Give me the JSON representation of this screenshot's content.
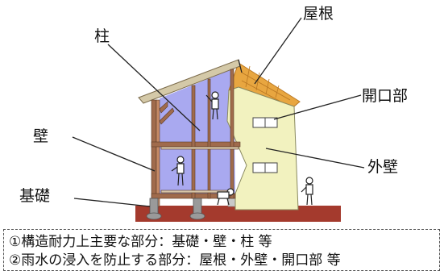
{
  "labels": {
    "pillar": "柱",
    "roof": "屋根",
    "opening": "開口部",
    "wall": "壁",
    "exterior_wall": "外壁",
    "foundation": "基礎"
  },
  "legend": {
    "line1": "①構造耐力上主要な部分：基礎・壁・柱 等",
    "line2": "②雨水の浸入を防止する部分：屋根・外壁・開口部 等"
  },
  "colors": {
    "roof_tile": "#e8a640",
    "exterior_wall": "#f2f2bf",
    "interior": "#a9a9f0",
    "framing": "#a06b4c",
    "ground": "#a43a2d",
    "leader_line": "#222222"
  }
}
